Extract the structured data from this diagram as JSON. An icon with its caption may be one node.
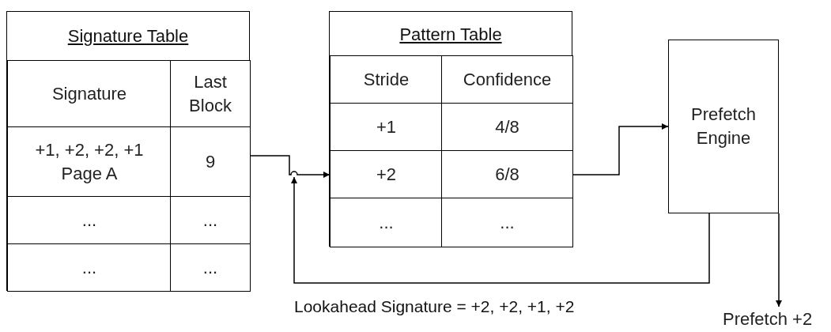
{
  "diagram": {
    "nodes": [
      {
        "text": [
          "Signature Table"
        ]
      },
      {
        "text": [
          "Signature"
        ],
        "in": 0
      },
      {
        "text": [
          "Last Block"
        ],
        "in": 0
      },
      {
        "text": [
          "+1, +2, +2, +1 Page A"
        ],
        "in": 0
      },
      {
        "text": [
          "9"
        ],
        "in": 0
      },
      {
        "text": [
          "..."
        ],
        "in": 0
      },
      {
        "text": [
          "..."
        ],
        "in": 0
      },
      {
        "text": [
          "..."
        ],
        "in": 0
      },
      {
        "text": [
          "..."
        ],
        "in": 0
      },
      {
        "text": [
          "Pattern Table"
        ]
      },
      {
        "text": [
          "Stride"
        ],
        "in": 9
      },
      {
        "text": [
          "Confidence"
        ],
        "in": 9
      },
      {
        "text": [
          "+1"
        ],
        "in": 9
      },
      {
        "text": [
          "4/8"
        ],
        "in": 9
      },
      {
        "text": [
          "+2"
        ],
        "in": 9
      },
      {
        "text": [
          "6/8"
        ],
        "in": 9
      },
      {
        "text": [
          "..."
        ],
        "in": 9
      },
      {
        "text": [
          "..."
        ],
        "in": 9
      },
      {
        "text": [
          "Prefetch Engine"
        ]
      },
      {
        "text": [
          "Prefetch +2"
        ]
      }
    ],
    "edges": [
      {
        "from": 4,
        "to": 14,
        "arrow": "to"
      },
      {
        "from": 15,
        "to": 18,
        "arrow": "to"
      },
      {
        "from": 18,
        "to": null,
        "arrow": "to",
        "label": "Lookahead Signature = +2, +2, +1, +2"
      },
      {
        "from": 18,
        "to": 19,
        "arrow": "to"
      }
    ]
  }
}
